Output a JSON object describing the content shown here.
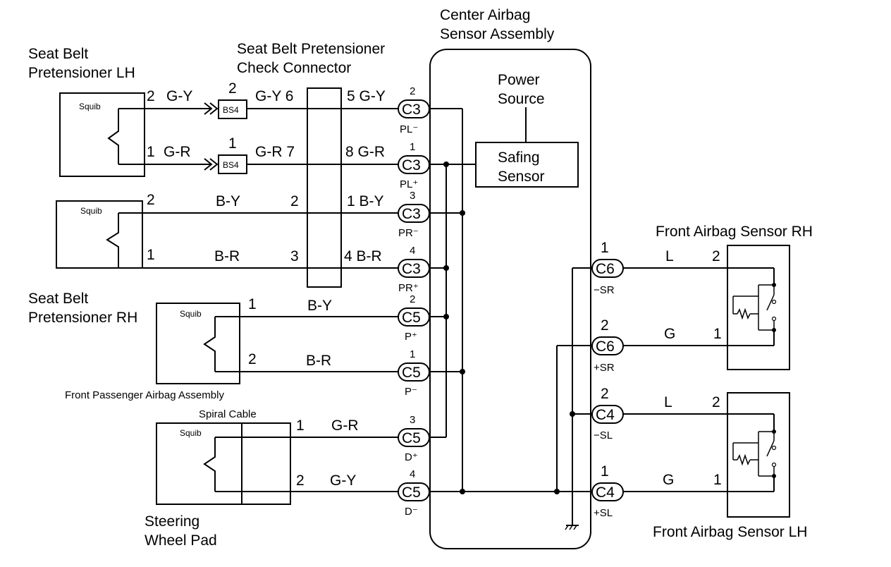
{
  "labels": {
    "center_title_1": "Center Airbag",
    "center_title_2": "Sensor Assembly",
    "power_source_1": "Power",
    "power_source_2": "Source",
    "safing_1": "Safing",
    "safing_2": "Sensor",
    "sbp_lh_1": "Seat Belt",
    "sbp_lh_2": "Pretensioner LH",
    "check_1": "Seat Belt Pretensioner",
    "check_2": "Check Connector",
    "sbp_rh_1": "Seat Belt",
    "sbp_rh_2": "Pretensioner RH",
    "front_pass": "Front Passenger Airbag Assembly",
    "spiral": "Spiral Cable",
    "steer_1": "Steering",
    "steer_2": "Wheel Pad",
    "front_rh": "Front Airbag Sensor RH",
    "front_lh": "Front Airbag Sensor LH",
    "squib": "Squib",
    "bs4": "BS4"
  },
  "wires": {
    "w1_a": "2",
    "w1_b": "G-Y",
    "w1_bs": "2",
    "w1_c": "G-Y 6",
    "w1_d": "5 G-Y",
    "w2_a": "1",
    "w2_b": "G-R",
    "w2_bs": "1",
    "w2_c": "G-R 7",
    "w2_d": "8 G-R",
    "w3_a": "2",
    "w3_b": "B-Y",
    "w3_c": "2",
    "w3_d": "1 B-Y",
    "w4_a": "1",
    "w4_b": "B-R",
    "w4_c": "3",
    "w4_d": "4 B-R",
    "w5_a": "1",
    "w5_b": "B-Y",
    "w6_a": "2",
    "w6_b": "B-R",
    "w7_a": "1",
    "w7_b": "G-R",
    "w8_a": "2",
    "w8_b": "G-Y",
    "r1_pin": "2",
    "r1_wire": "L",
    "r2_pin": "1",
    "r2_wire": "G",
    "l1_pin": "2",
    "l1_wire": "L",
    "l2_pin": "1",
    "l2_wire": "G"
  },
  "connectors": {
    "c3": "C3",
    "c5": "C5",
    "c6": "C6",
    "c4": "C4",
    "pin_c3_1": "2",
    "sig_c3_1": "PL⁻",
    "pin_c3_2": "1",
    "sig_c3_2": "PL⁺",
    "pin_c3_3": "3",
    "sig_c3_3": "PR⁻",
    "pin_c3_4": "4",
    "sig_c3_4": "PR⁺",
    "pin_c5_1": "2",
    "sig_c5_1": "P⁺",
    "pin_c5_2": "1",
    "sig_c5_2": "P⁻",
    "pin_c5_3": "3",
    "sig_c5_3": "D⁺",
    "pin_c5_4": "4",
    "sig_c5_4": "D⁻",
    "pin_c6_1": "1",
    "sig_c6_1": "−SR",
    "pin_c6_2": "2",
    "sig_c6_2": "+SR",
    "pin_c4_1": "2",
    "sig_c4_1": "−SL",
    "pin_c4_2": "1",
    "sig_c4_2": "+SL"
  }
}
